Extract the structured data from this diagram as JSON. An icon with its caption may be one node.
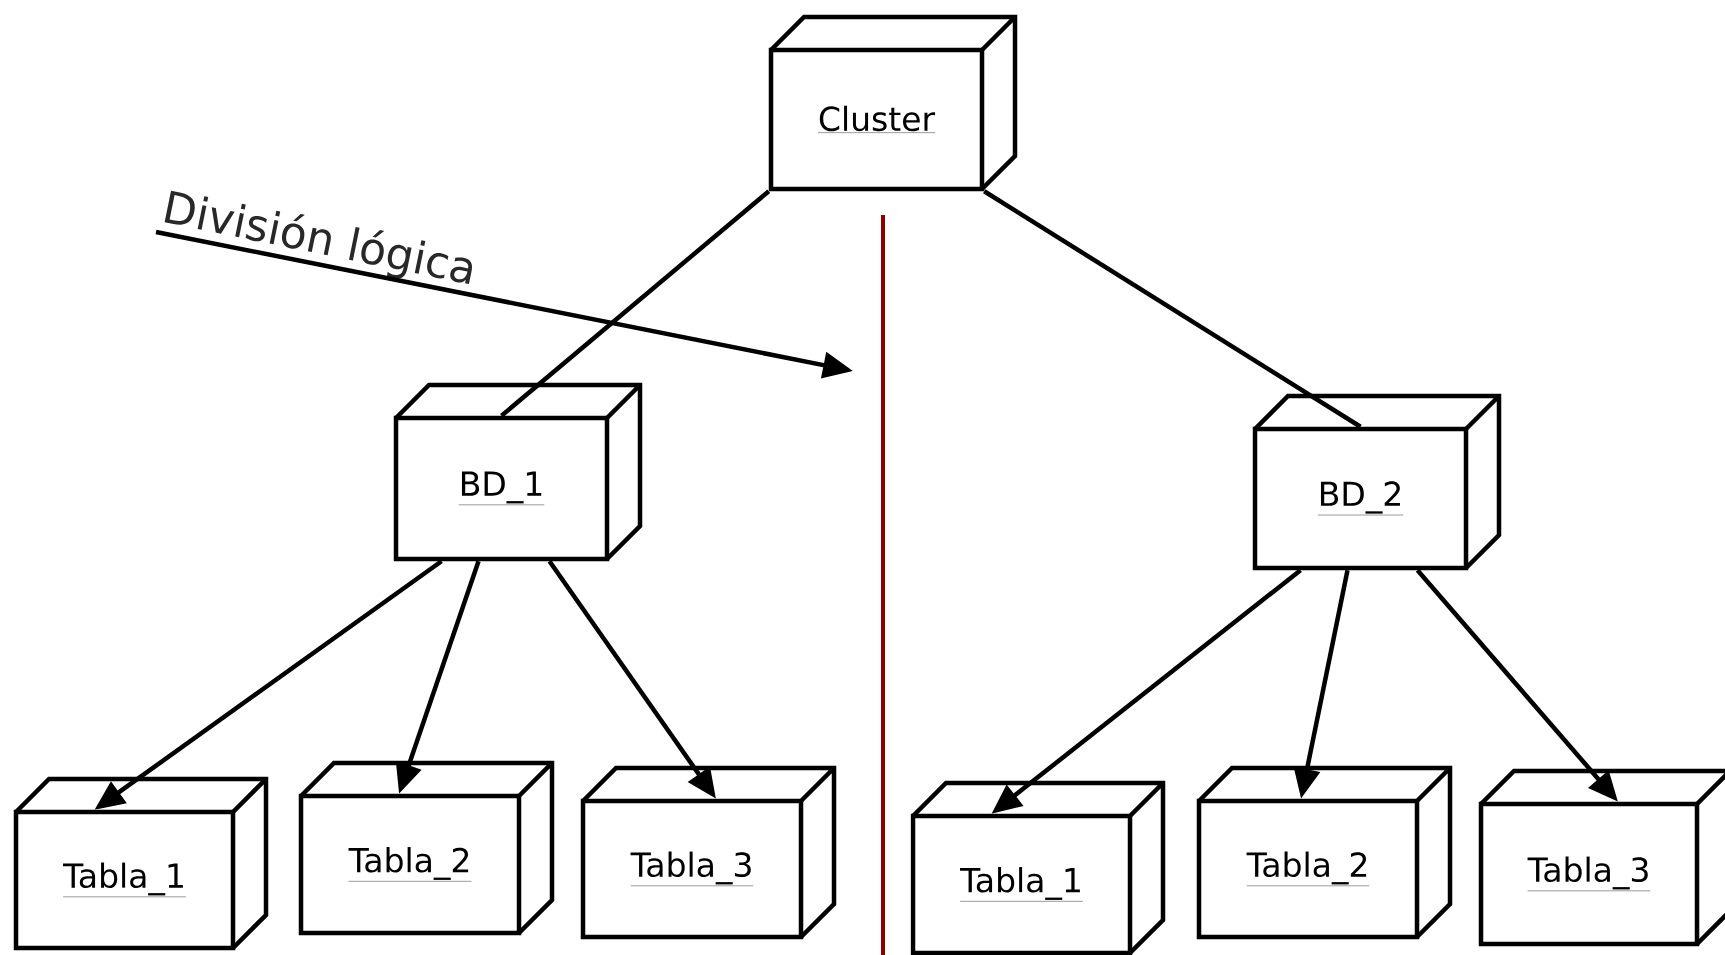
{
  "diagram": {
    "nodes": [
      {
        "text": [
          "Cluster"
        ]
      },
      {
        "text": [
          "BD_1"
        ]
      },
      {
        "text": [
          "BD_2"
        ]
      },
      {
        "text": [
          "Tabla_1"
        ]
      },
      {
        "text": [
          "Tabla_2"
        ]
      },
      {
        "text": [
          "Tabla_3"
        ]
      },
      {
        "text": [
          "Tabla_1"
        ]
      },
      {
        "text": [
          "Tabla_2"
        ]
      },
      {
        "text": [
          "Tabla_3"
        ]
      },
      {
        "text": [
          "División lógica"
        ]
      }
    ],
    "edges": [
      {
        "from": 0,
        "to": 1,
        "arrow": "none"
      },
      {
        "from": 0,
        "to": 2,
        "arrow": "none"
      },
      {
        "from": 1,
        "to": 3,
        "arrow": "to"
      },
      {
        "from": 1,
        "to": 4,
        "arrow": "to"
      },
      {
        "from": 1,
        "to": 5,
        "arrow": "to"
      },
      {
        "from": 2,
        "to": 6,
        "arrow": "to"
      },
      {
        "from": 2,
        "to": 7,
        "arrow": "to"
      },
      {
        "from": 2,
        "to": 8,
        "arrow": "to"
      },
      {
        "from": 9,
        "to": null,
        "arrow": "to"
      }
    ]
  }
}
